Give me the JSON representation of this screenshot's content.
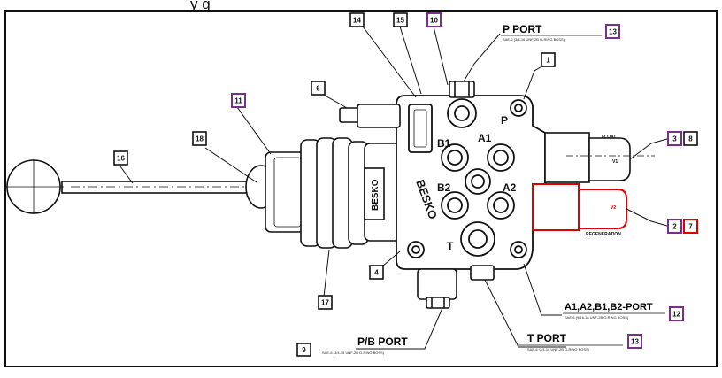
{
  "header_text": "y      g",
  "colors": {
    "ink": "#111111",
    "purple": "#7a2f8c",
    "red": "#e00000",
    "paper": "#ffffff"
  },
  "callouts": {
    "c1": "1",
    "c2": "2",
    "c3": "3",
    "c4": "4",
    "c6": "6",
    "c7": "7",
    "c8": "8",
    "c9": "9",
    "c10": "10",
    "c11": "11",
    "c12": "12",
    "c13": "13",
    "c14": "14",
    "c15": "15",
    "c16": "16",
    "c17": "17",
    "c18": "18"
  },
  "ports": {
    "p_port": {
      "title": "P PORT",
      "spec": "SAE-6 (3/4-16 UNF-2B O-RING BOSS)"
    },
    "pb_port": {
      "title": "P/B PORT",
      "spec": "SAE-6 (3/4-16 UNF-2B O-RING BOSS)"
    },
    "t_port": {
      "title": "T PORT",
      "spec": "SAE-6 (3/4-16 UNF-2B O-RING BOSS)"
    },
    "work_ports": {
      "title": "A1,A2,B1,B2-PORT",
      "spec": "SAE-6 (9/16-18 UNF-2B O-RING BOSS)"
    }
  },
  "body_marks": {
    "brand": "BESKO",
    "p": "P",
    "t": "T",
    "a1": "A1",
    "a2": "A2",
    "b1": "B1",
    "b2": "B2"
  },
  "spool_labels": {
    "float": "FLOAT",
    "v1": "V1",
    "v2": "V2",
    "regeneration": "REGENERATION"
  }
}
